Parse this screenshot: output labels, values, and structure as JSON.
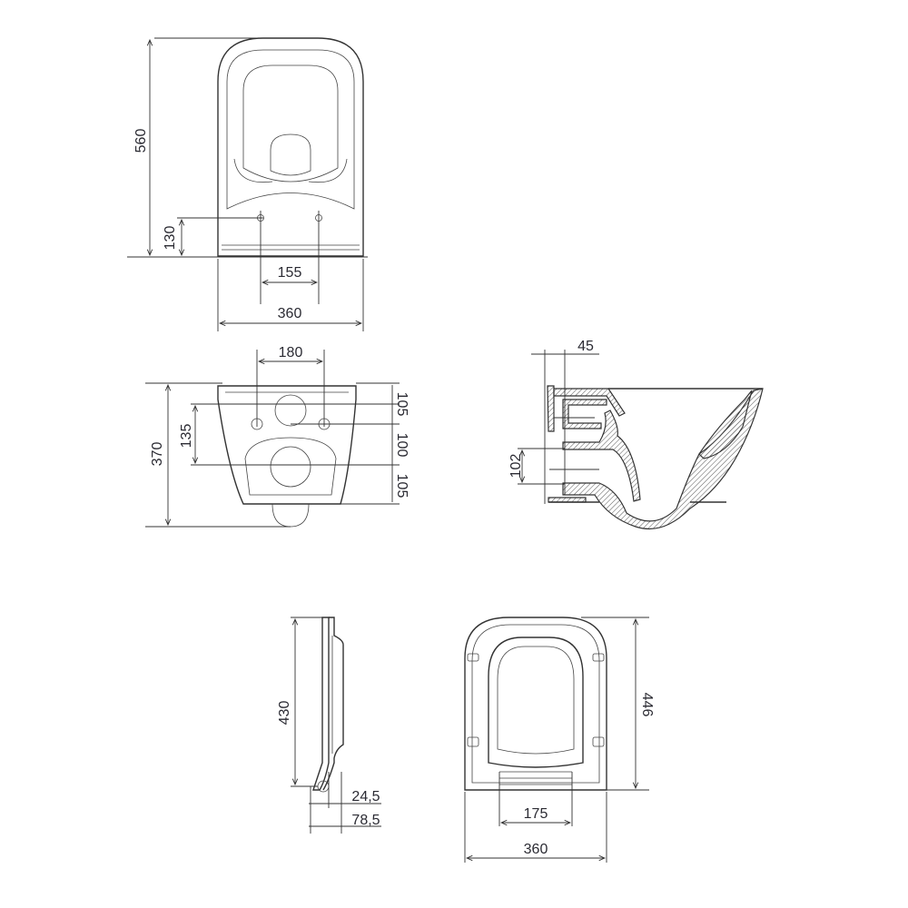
{
  "views": {
    "top": {
      "width": "360",
      "depth": "560",
      "bolt_spacing": "155",
      "bolt_offset": "130"
    },
    "rear": {
      "inlet_spacing": "180",
      "height": "370",
      "bolt_height": "135",
      "upper": "105",
      "middle": "100",
      "lower": "105"
    },
    "section": {
      "wall_offset": "45",
      "outlet_height": "102"
    },
    "seat_side": {
      "length": "430",
      "hinge_offset": "24,5",
      "hinge_depth": "78,5"
    },
    "seat_top": {
      "length": "446",
      "hinge_spacing": "175",
      "width": "360"
    }
  }
}
